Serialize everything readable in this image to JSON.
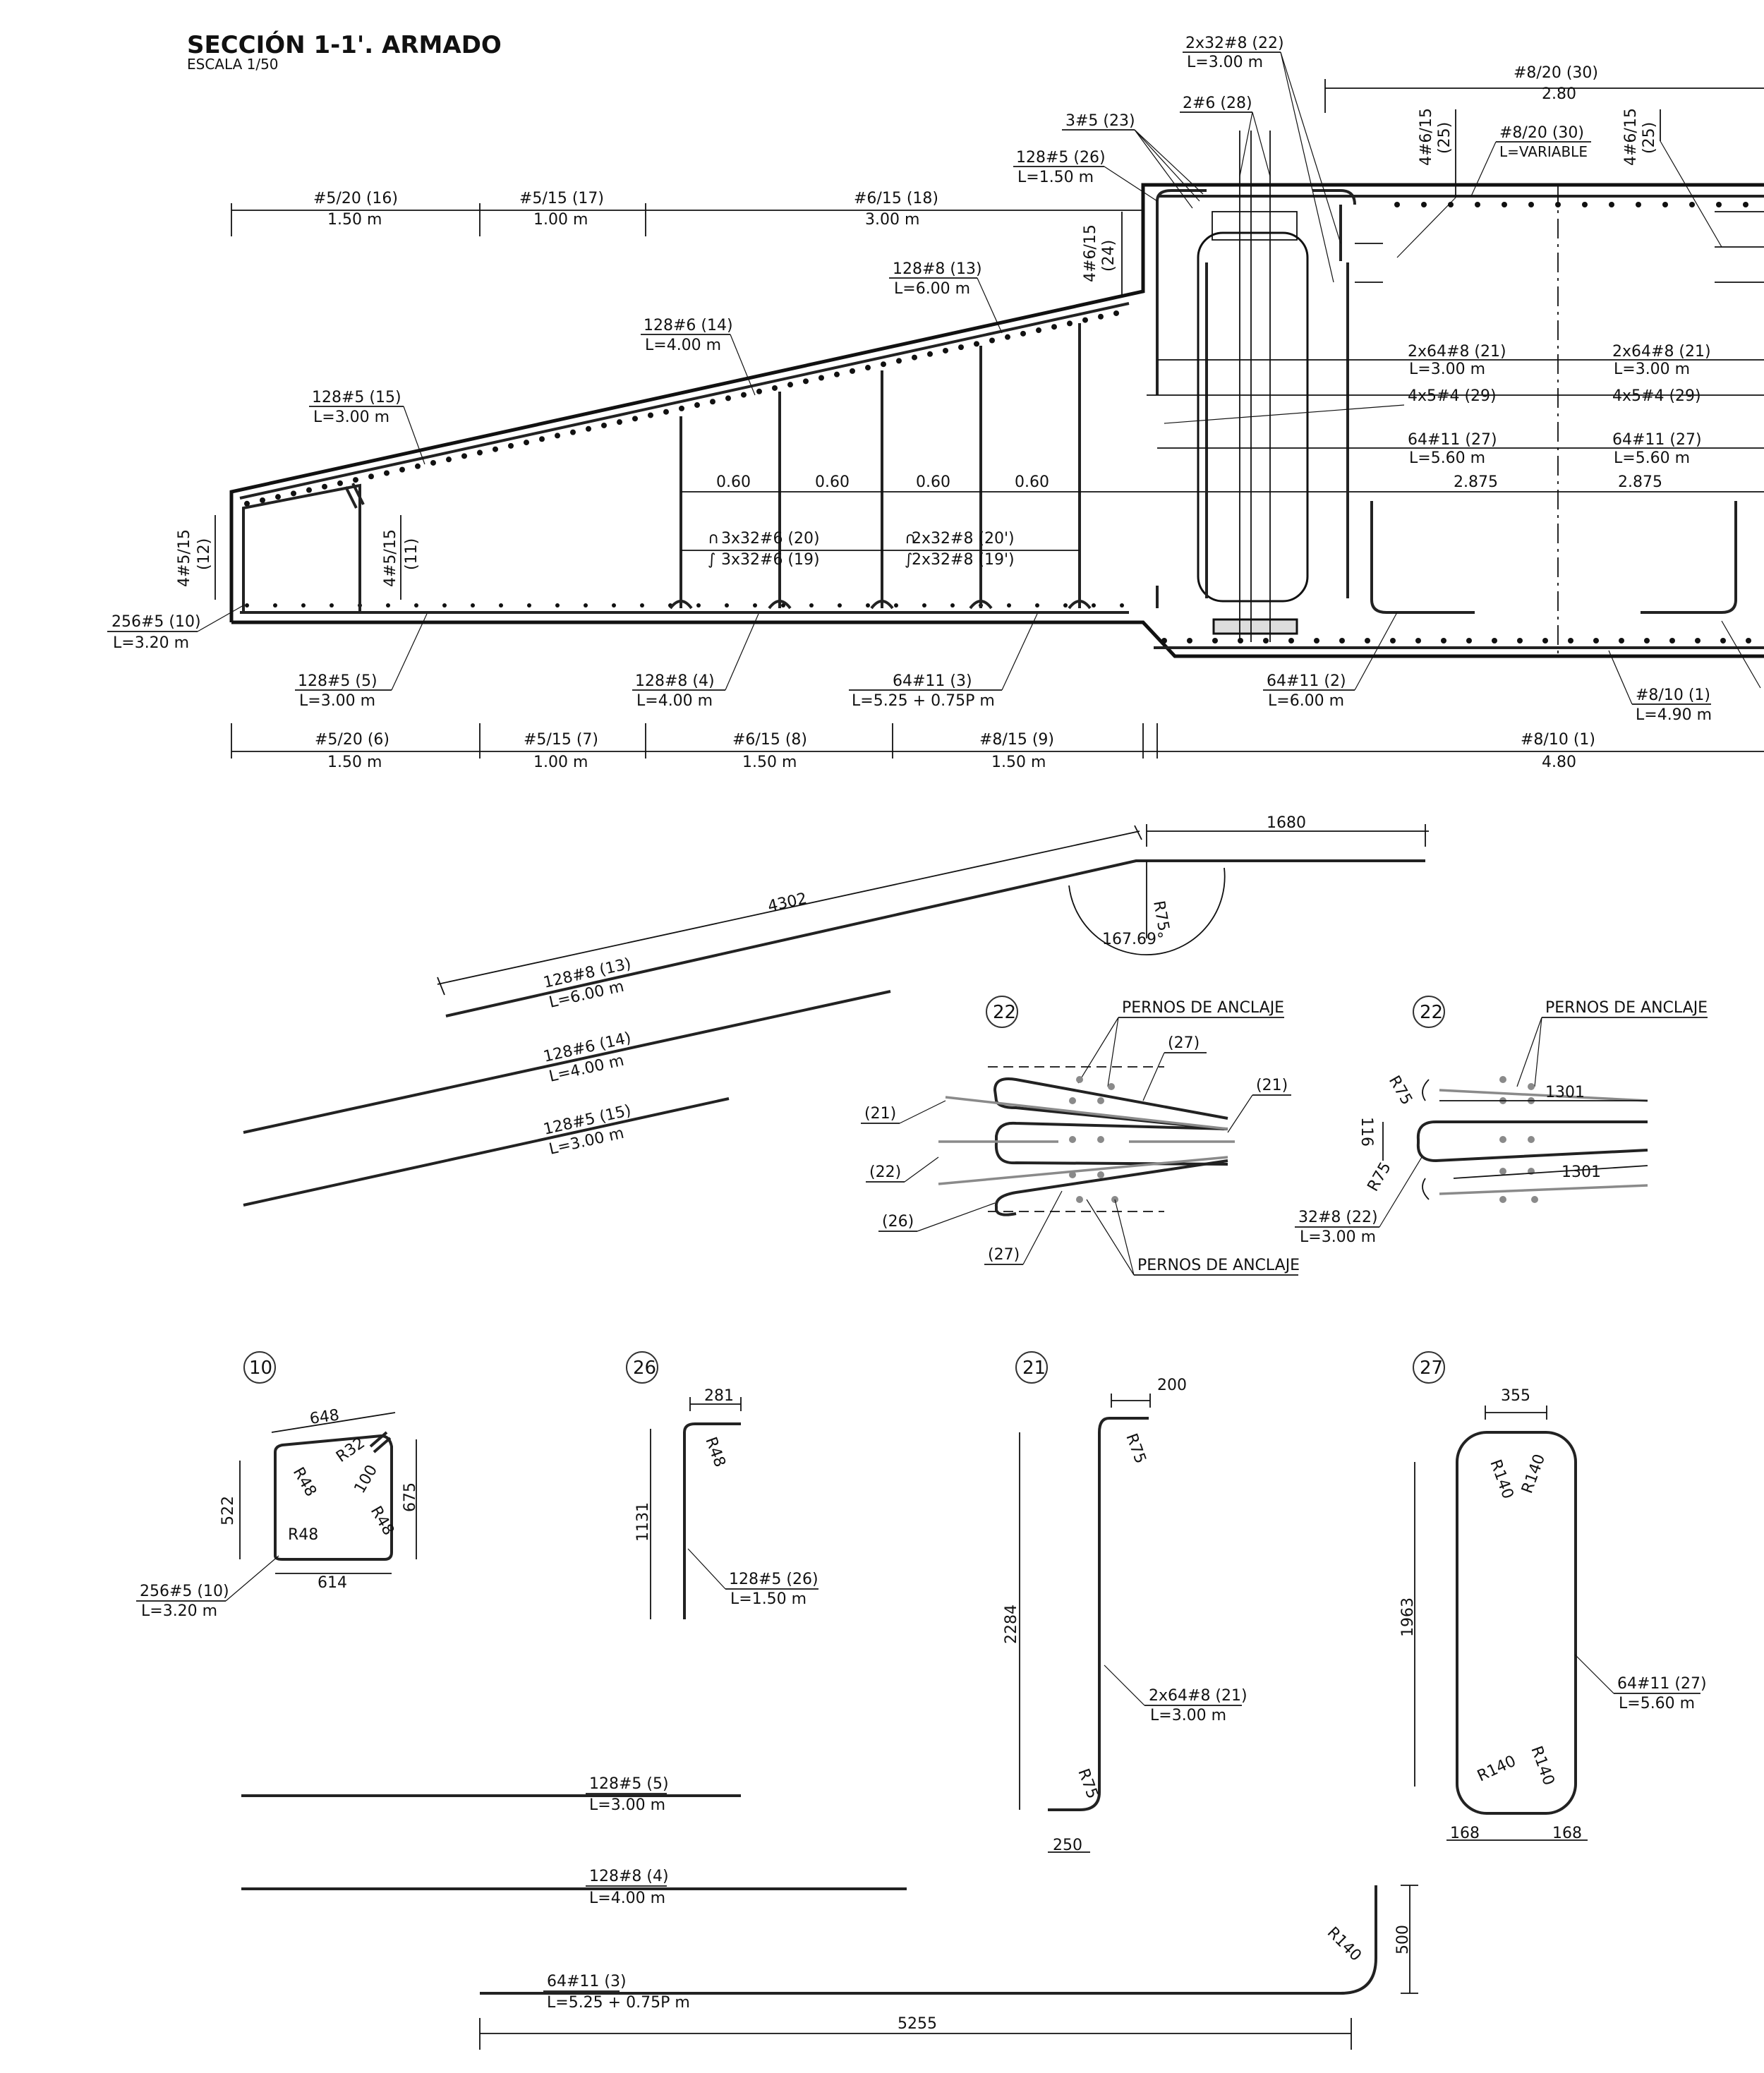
{
  "title": "SECCIÓN 1-1'. ARMADO",
  "scale": "ESCALA 1/50",
  "top_dims": [
    {
      "code": "#5/20 (16)",
      "len": "1.50 m"
    },
    {
      "code": "#5/15 (17)",
      "len": "1.00 m"
    },
    {
      "code": "#6/15 (18)",
      "len": "3.00 m"
    }
  ],
  "top_right_dim": {
    "code": "#8/20 (30)",
    "len": "2.80"
  },
  "bottom_dims": [
    {
      "code": "#5/20 (6)",
      "len": "1.50 m"
    },
    {
      "code": "#5/15 (7)",
      "len": "1.00 m"
    },
    {
      "code": "#6/15 (8)",
      "len": "1.50 m"
    },
    {
      "code": "#8/15 (9)",
      "len": "1.50 m"
    },
    {
      "code": "#8/10 (1)",
      "len": "4.80"
    }
  ],
  "labels": {
    "l22": {
      "a": "2x32#8 (22)",
      "b": "L=3.00 m"
    },
    "l28": "2#6 (28)",
    "l23": "3#5 (23)",
    "l26": {
      "a": "128#5 (26)",
      "b": "L=1.50 m"
    },
    "l24a": "4#6/15",
    "l24b": "(24)",
    "l25a": "4#6/15",
    "l25b": "(25)",
    "l30": {
      "a": "#8/20 (30)",
      "b": "L=VARIABLE"
    },
    "l13": {
      "a": "128#8 (13)",
      "b": "L=6.00 m"
    },
    "l14": {
      "a": "128#6 (14)",
      "b": "L=4.00 m"
    },
    "l15": {
      "a": "128#5 (15)",
      "b": "L=3.00 m"
    },
    "l21": {
      "a": "2x64#8 (21)",
      "b": "L=3.00 m"
    },
    "l29": "4x5#4 (29)",
    "l27": {
      "a": "64#11 (27)",
      "b": "L=5.60 m"
    },
    "half": "2.875",
    "spacing": "0.60",
    "l20": "3x32#6 (20)",
    "l19": "3x32#6 (19)",
    "l20p": "2x32#8 (20')",
    "l19p": "2x32#8 (19')",
    "l12a": "4#5/15",
    "l12b": "(12)",
    "l11a": "4#5/15",
    "l11b": "(11)",
    "l10": {
      "a": "256#5 (10)",
      "b": "L=3.20 m"
    },
    "l5": {
      "a": "128#5 (5)",
      "b": "L=3.00 m"
    },
    "l4": {
      "a": "128#8 (4)",
      "b": "L=4.00 m"
    },
    "l3": {
      "a": "64#11 (3)",
      "b": "L=5.25 + 0.75P m"
    },
    "l2": {
      "a": "64#11 (2)",
      "b": "L=6.00 m"
    },
    "l1": {
      "a": "#8/10 (1)",
      "b": "L=4.90 m"
    }
  },
  "bend13": {
    "d1": "1680",
    "d2": "4302",
    "r": "R75",
    "ang": "167.69°"
  },
  "detail22": {
    "tag": "22",
    "pernos": "PERNOS DE ANCLAJE",
    "c27": "(27)",
    "c21": "(21)",
    "c22": "(22)",
    "c26": "(26)",
    "d1301": "1301",
    "d116": "116",
    "r75": "R75",
    "l22": {
      "a": "32#8 (22)",
      "b": "L=3.00 m"
    }
  },
  "detail10": {
    "tag": "10",
    "w_top": "648",
    "w_bot": "614",
    "h_l": "522",
    "h_r": "675",
    "r48": "R48",
    "r32": "R32",
    "d100": "100",
    "lbl": {
      "a": "256#5 (10)",
      "b": "L=3.20 m"
    }
  },
  "detail26": {
    "tag": "26",
    "w": "281",
    "h": "1131",
    "r": "R48",
    "lbl": {
      "a": "128#5 (26)",
      "b": "L=1.50 m"
    }
  },
  "detail21": {
    "tag": "21",
    "w": "200",
    "h": "2284",
    "r": "R75",
    "b": "250",
    "lbl": {
      "a": "2x64#8 (21)",
      "b": "L=3.00 m"
    }
  },
  "detail27": {
    "tag": "27",
    "w": "355",
    "h": "1963",
    "r": "R140",
    "b1": "168",
    "b2": "168",
    "lbl": {
      "a": "64#11 (27)",
      "b": "L=5.60 m"
    }
  },
  "bars": {
    "b5": {
      "a": "128#5 (5)",
      "b": "L=3.00 m"
    },
    "b4": {
      "a": "128#8 (4)",
      "b": "L=4.00 m"
    },
    "b3": {
      "a": "64#11 (3)",
      "b": "L=5.25 + 0.75P m",
      "len": "5255",
      "h": "500",
      "r": "R140"
    }
  }
}
